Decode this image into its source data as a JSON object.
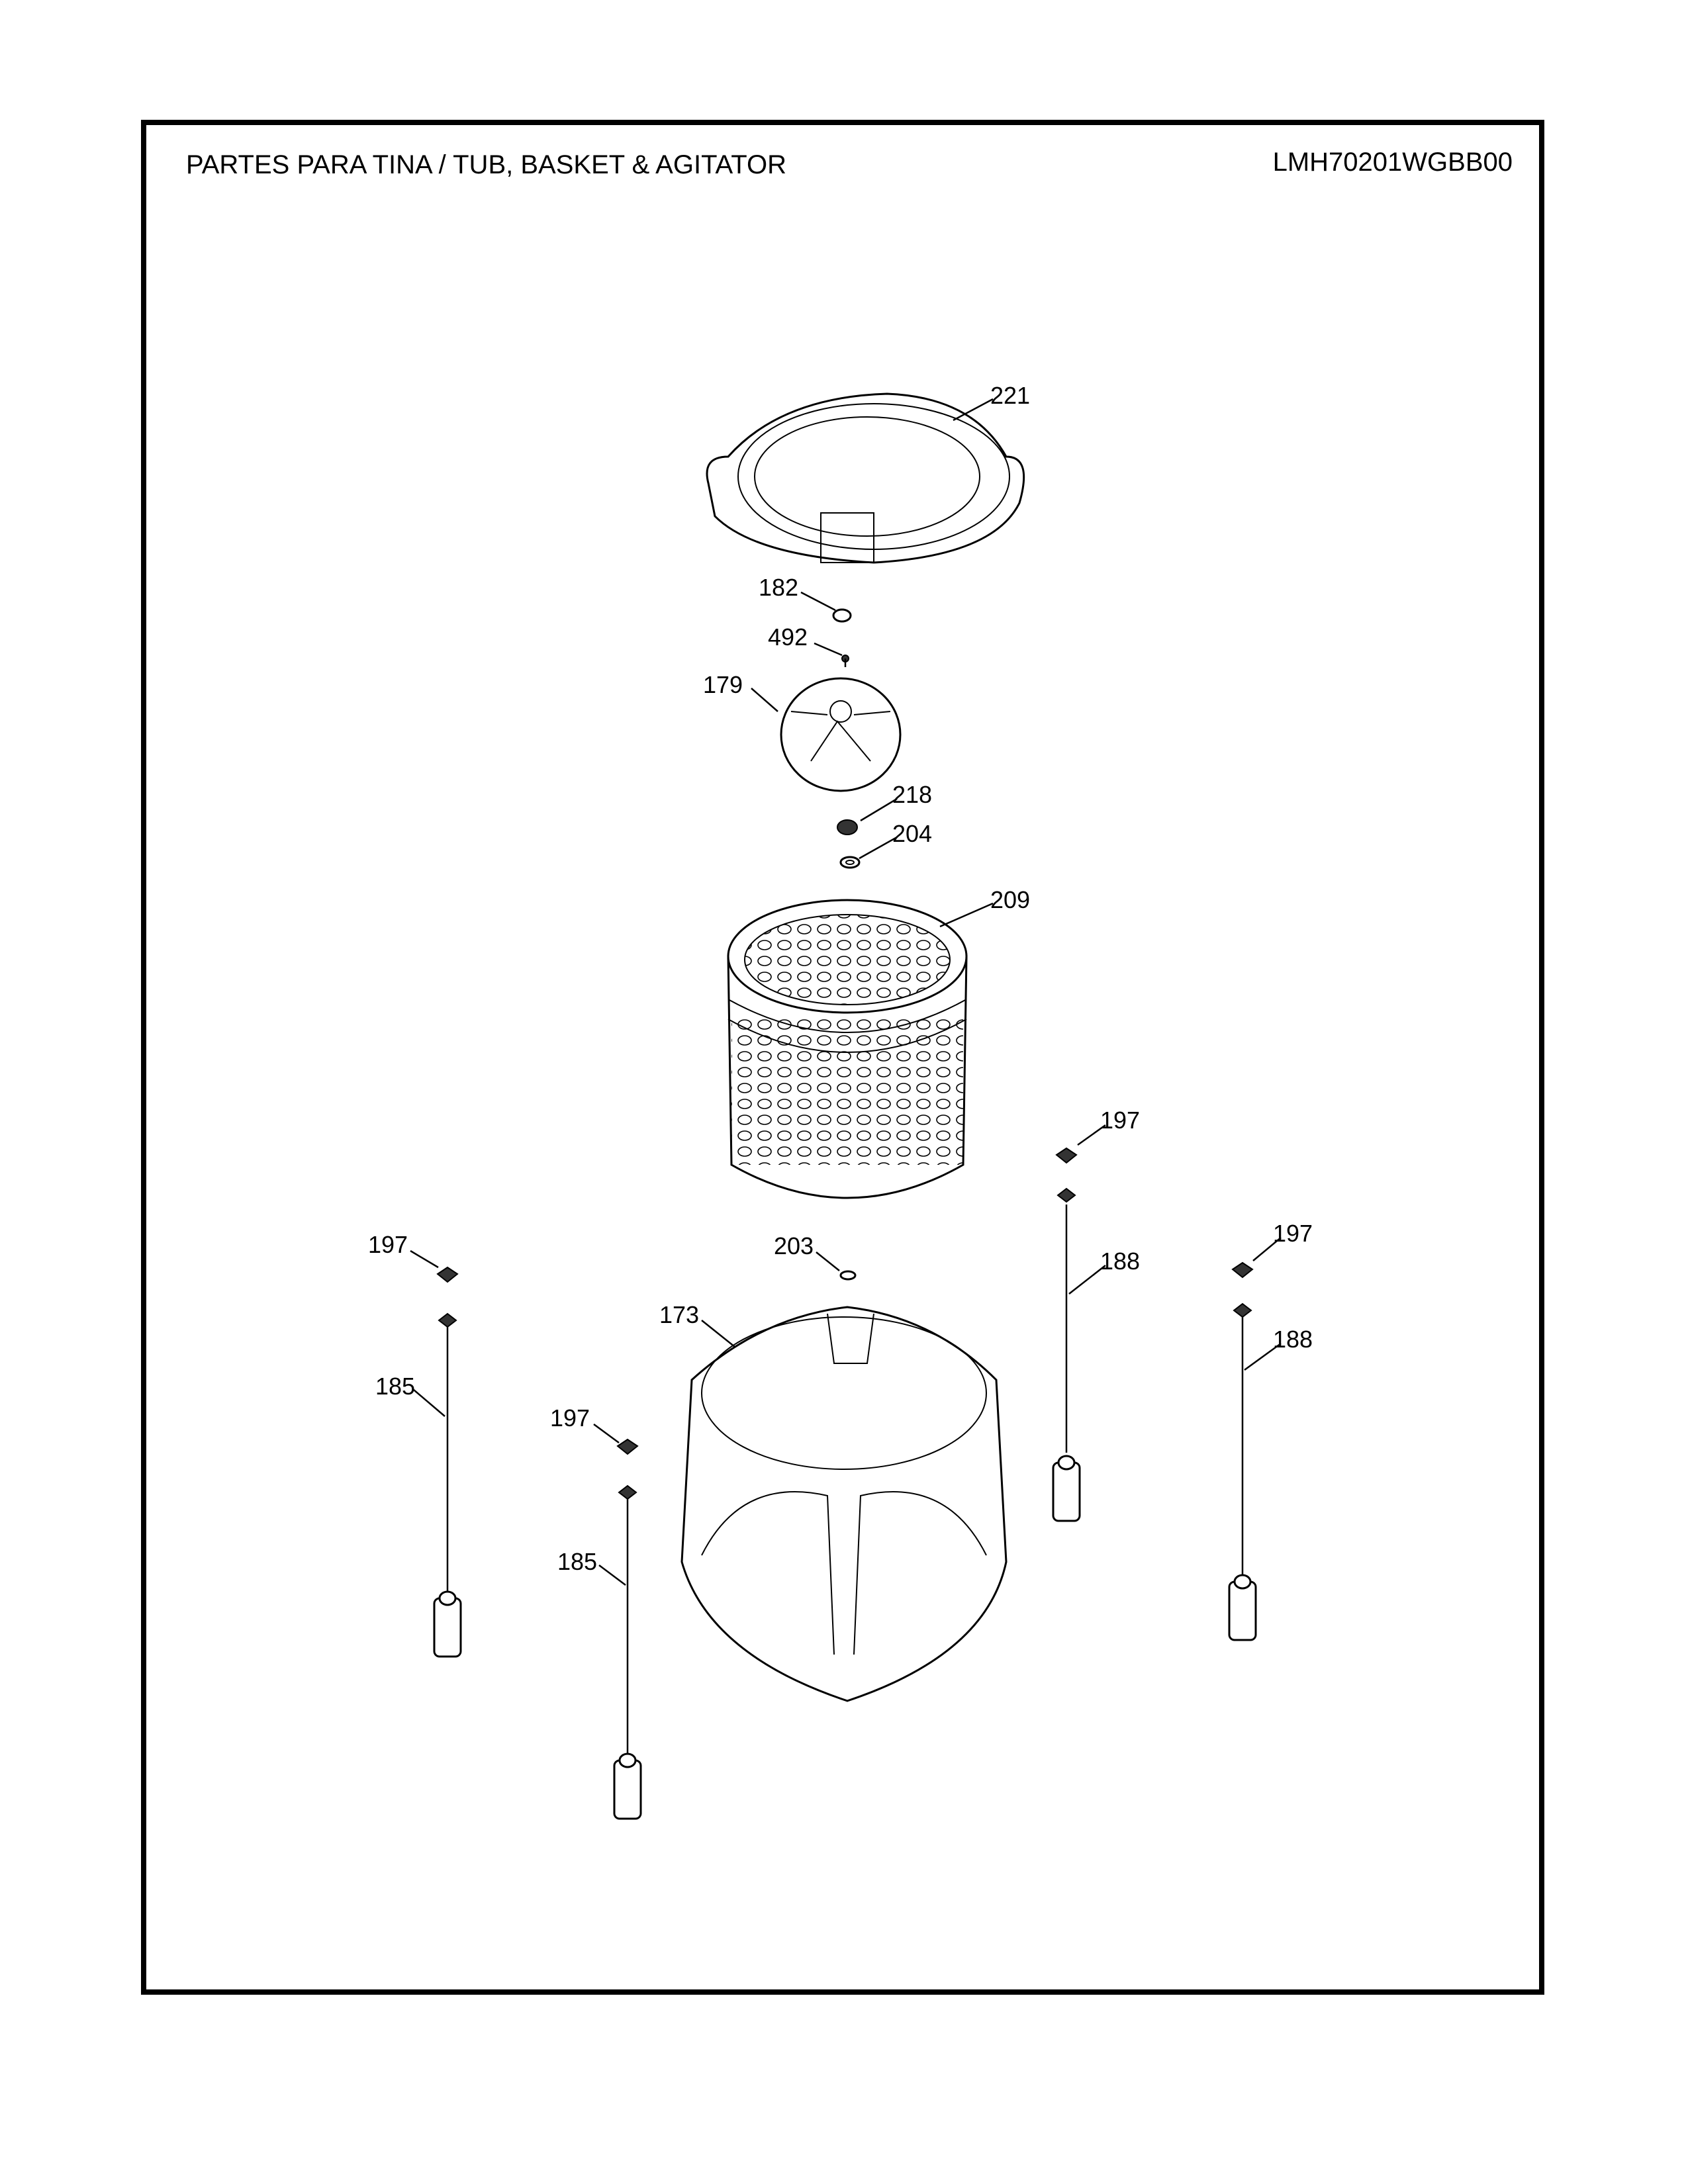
{
  "header": {
    "title": "PARTES PARA TINA  /  TUB, BASKET & AGITATOR",
    "model": "LMH70201WGBB00"
  },
  "callouts": [
    {
      "part": "221"
    },
    {
      "part": "182"
    },
    {
      "part": "492"
    },
    {
      "part": "179"
    },
    {
      "part": "218"
    },
    {
      "part": "204"
    },
    {
      "part": "209"
    },
    {
      "part": "197"
    },
    {
      "part": "188"
    },
    {
      "part": "197"
    },
    {
      "part": "188"
    },
    {
      "part": "197"
    },
    {
      "part": "185"
    },
    {
      "part": "203"
    },
    {
      "part": "173"
    },
    {
      "part": "197"
    },
    {
      "part": "185"
    }
  ]
}
